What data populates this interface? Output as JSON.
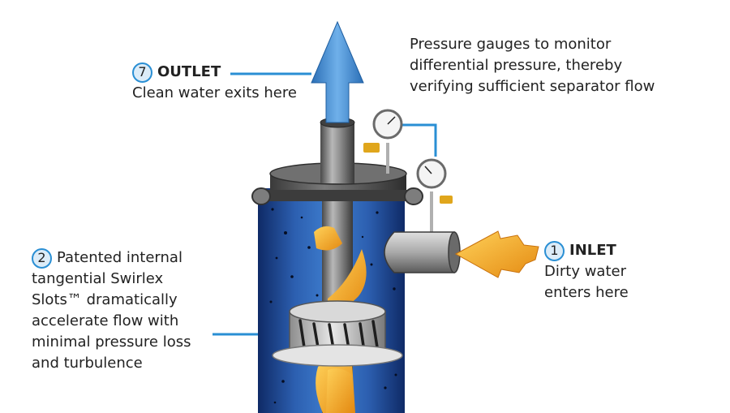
{
  "outlet": {
    "number": "7",
    "title": "OUTLET",
    "text": "Clean water exits here"
  },
  "gauges": {
    "lines": [
      "Pressure gauges to monitor",
      "differential pressure, thereby",
      "verifying sufficient separator flow"
    ]
  },
  "inlet": {
    "number": "1",
    "title": "INLET",
    "lines": [
      "Dirty water",
      "enters here"
    ]
  },
  "slots": {
    "number": "2",
    "lines": [
      "Patented internal",
      "tangential Swirlex",
      "Slots™ dramatically",
      "accelerate flow with",
      "minimal pressure loss",
      "and turbulence"
    ]
  },
  "colors": {
    "accent": "#2a8fd4",
    "flow": "#f2a81d",
    "tank": "#1c3f85",
    "metal": "#9a9a9a"
  }
}
